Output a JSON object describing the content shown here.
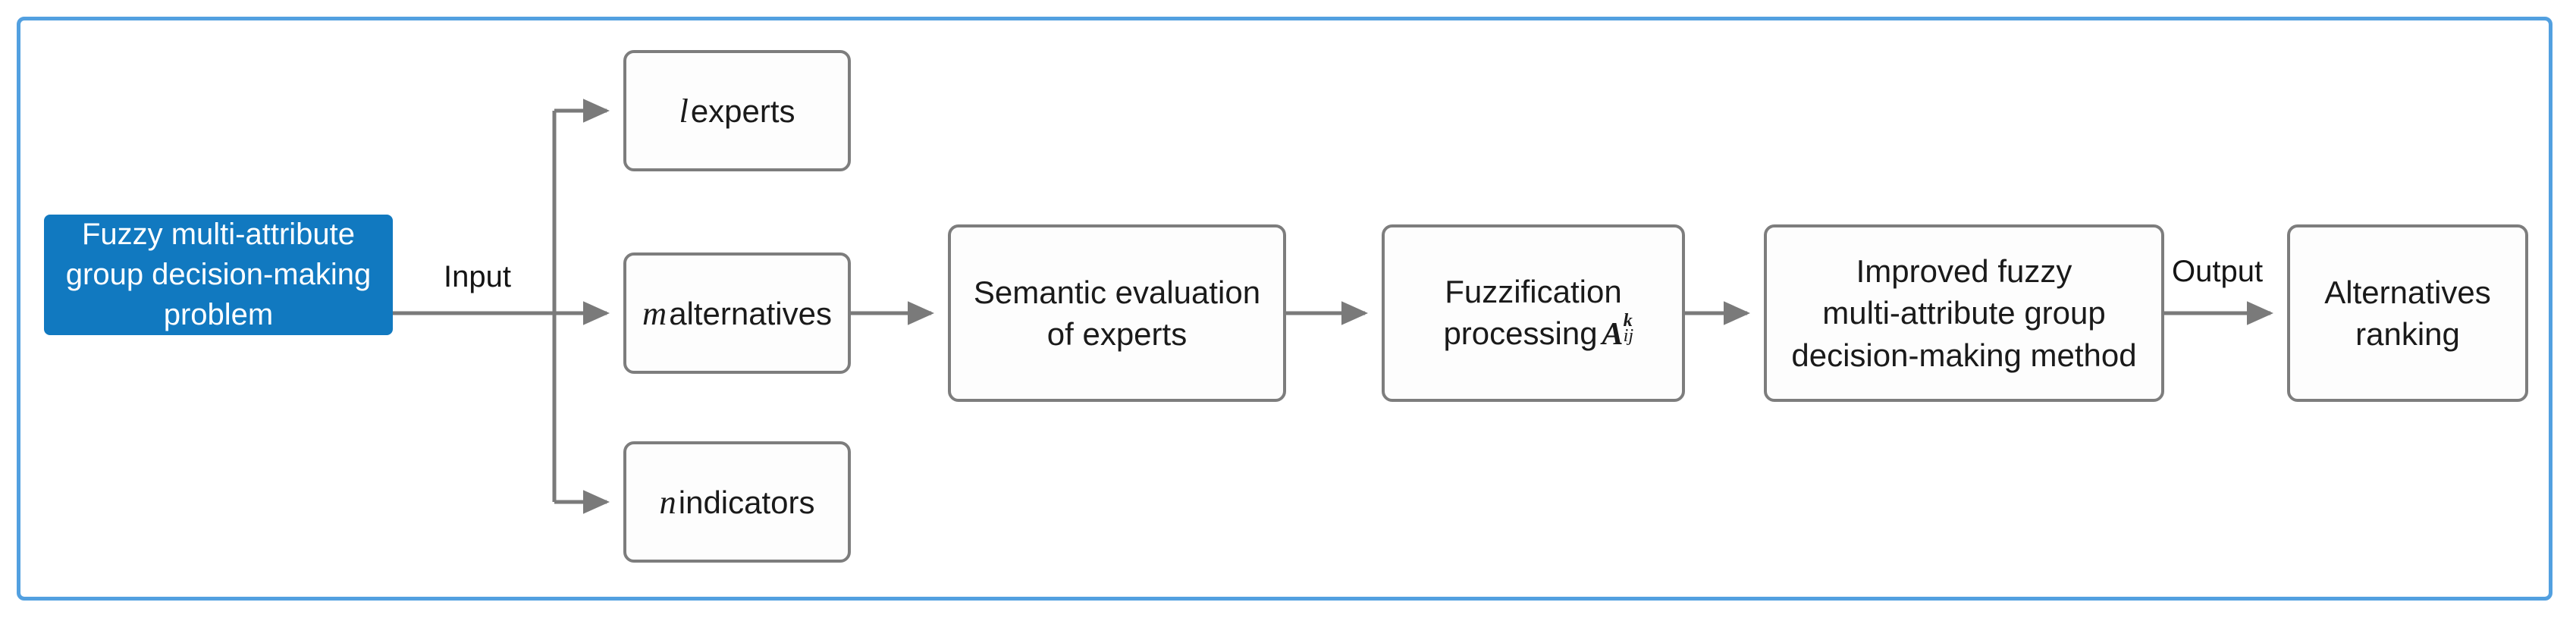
{
  "figure": {
    "type": "flowchart",
    "orientation": "left-to-right",
    "frame_color": "#52a0e0",
    "accent_color": "#1179c0",
    "node_border_color": "#7d7d7d",
    "connector_color": "#7a7a7a",
    "background": "#ffffff"
  },
  "nodes": {
    "problem": {
      "id": "problem",
      "label": "Fuzzy multi-attribute\ngroup decision-making\nproblem",
      "style": "accent",
      "fill": "#1179c0",
      "text_color": "#ffffff"
    },
    "experts": {
      "id": "experts",
      "symbol": "l",
      "label": "experts",
      "style": "plain"
    },
    "alternatives": {
      "id": "alternatives",
      "symbol": "m",
      "label": "alternatives",
      "style": "plain"
    },
    "indicators": {
      "id": "indicators",
      "symbol": "n",
      "label": "indicators",
      "style": "plain"
    },
    "semantic": {
      "id": "semantic",
      "label": "Semantic evaluation\nof experts",
      "style": "plain"
    },
    "fuzzification": {
      "id": "fuzzification",
      "label": "Fuzzification\nprocessing",
      "math": {
        "base": "A",
        "superscript": "k",
        "subscript": "ij"
      },
      "style": "plain"
    },
    "improved": {
      "id": "improved",
      "label": "Improved fuzzy\nmulti-attribute group\ndecision-making method",
      "style": "plain"
    },
    "ranking": {
      "id": "ranking",
      "label": "Alternatives\nranking",
      "style": "plain"
    }
  },
  "edge_labels": {
    "input": "Input",
    "output": "Output"
  },
  "edges": [
    {
      "from": "problem",
      "to": "experts",
      "label": "Input",
      "kind": "branch-up"
    },
    {
      "from": "problem",
      "to": "alternatives",
      "label": "Input",
      "kind": "straight"
    },
    {
      "from": "problem",
      "to": "indicators",
      "label": "Input",
      "kind": "branch-down"
    },
    {
      "from": "alternatives",
      "to": "semantic",
      "label": "",
      "kind": "straight"
    },
    {
      "from": "semantic",
      "to": "fuzzification",
      "label": "",
      "kind": "straight"
    },
    {
      "from": "fuzzification",
      "to": "improved",
      "label": "",
      "kind": "straight"
    },
    {
      "from": "improved",
      "to": "ranking",
      "label": "Output",
      "kind": "straight"
    }
  ]
}
